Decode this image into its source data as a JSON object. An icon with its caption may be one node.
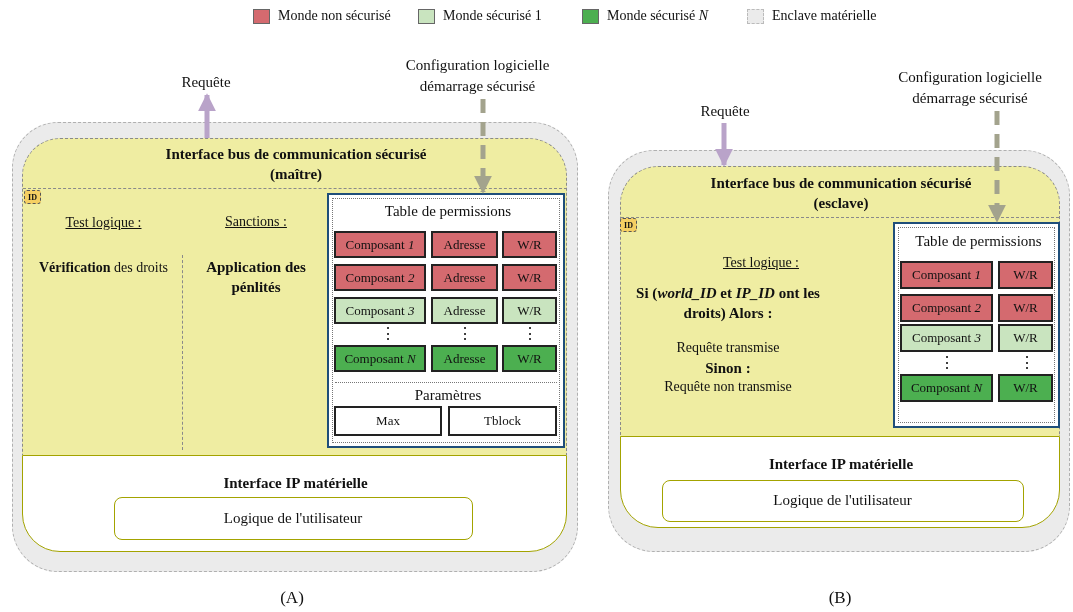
{
  "diagram": {
    "nodes": [
      {
        "text": [
          "Requête"
        ]
      },
      {
        "text": [
          "Configuration logicielle démarrage sécurisé"
        ]
      },
      {
        "text": [],
        "shape": "box"
      },
      {
        "text": [
          "Interface bus de communication sécurisé (maître)",
          "Test logique :",
          "**Vérification** des droits",
          "Sanctions :",
          "Application des pénlités"
        ],
        "in": 2
      },
      {
        "text": [
          "ID"
        ],
        "in": 3
      },
      {
        "text": [
          "Table de permissions",
          "Paramètres"
        ],
        "in": 3
      },
      {
        "text": [
          "Composant *1*"
        ],
        "in": 5
      },
      {
        "text": [
          "Adresse"
        ],
        "in": 5
      },
      {
        "text": [
          "W/R"
        ],
        "in": 5
      },
      {
        "text": [
          "Composant *2*"
        ],
        "in": 5
      },
      {
        "text": [
          "Adresse"
        ],
        "in": 5
      },
      {
        "text": [
          "W/R"
        ],
        "in": 5
      },
      {
        "text": [
          "Composant *3*"
        ],
        "in": 5
      },
      {
        "text": [
          "Adresse"
        ],
        "in": 5
      },
      {
        "text": [
          "W/R"
        ],
        "in": 5
      },
      {
        "text": [
          "Composant *N*"
        ],
        "in": 5
      },
      {
        "text": [
          "Adresse"
        ],
        "in": 5
      },
      {
        "text": [
          "W/R"
        ],
        "in": 5
      },
      {
        "text": [
          "Max"
        ],
        "in": 5
      },
      {
        "text": [
          "Tblock"
        ],
        "in": 5
      },
      {
        "text": [
          "Interface IP matérielle"
        ],
        "in": 2
      },
      {
        "text": [
          "Logique de l'utilisateur"
        ],
        "in": 20
      },
      {
        "text": [
          "Requête"
        ]
      },
      {
        "text": [
          "Configuration logicielle démarrage sécurisé"
        ]
      },
      {
        "text": [],
        "shape": "box"
      },
      {
        "text": [
          "Interface bus de communication sécurisé (esclave)",
          "Test logique :",
          "Si (*world_ID* et *IP_ID* ont les droits) Alors :",
          "Requête transmise",
          "Sinon :",
          "Requête non transmise"
        ],
        "in": 24
      },
      {
        "text": [
          "ID"
        ],
        "in": 25
      },
      {
        "text": [
          "Table de permissions"
        ],
        "in": 25
      },
      {
        "text": [
          "Composant *1*"
        ],
        "in": 27
      },
      {
        "text": [
          "W/R"
        ],
        "in": 27
      },
      {
        "text": [
          "Composant *2*"
        ],
        "in": 27
      },
      {
        "text": [
          "W/R"
        ],
        "in": 27
      },
      {
        "text": [
          "Composant *3*"
        ],
        "in": 27
      },
      {
        "text": [
          "W/R"
        ],
        "in": 27
      },
      {
        "text": [
          "Composant *N*"
        ],
        "in": 27
      },
      {
        "text": [
          "W/R"
        ],
        "in": 27
      },
      {
        "text": [
          "Interface IP matérielle"
        ],
        "in": 24
      },
      {
        "text": [
          "Logique de l'utilisateur"
        ],
        "in": 36
      }
    ],
    "edges": [
      {
        "from": 3,
        "to": 0,
        "arrow": "to",
        "color": "#b9a3c9"
      },
      {
        "from": 1,
        "to": 5,
        "arrow": "to",
        "style": "dashed",
        "color": "#a3a38d"
      },
      {
        "from": 22,
        "to": 25,
        "arrow": "to",
        "color": "#b9a3c9"
      },
      {
        "from": 23,
        "to": 27,
        "arrow": "to",
        "style": "dashed",
        "color": "#a3a38d"
      }
    ],
    "labels": [
      "⋮",
      "⋮",
      "⋮",
      "⋮",
      "⋮",
      "(A)",
      "(B)"
    ],
    "legend": [
      {
        "text": "Monde non sécurisé",
        "color": "#d46a6f"
      },
      {
        "text": "Monde sécurisé 1",
        "color": "#c9e4bf"
      },
      {
        "text": "Monde sécurisé *N*",
        "color": "#4caf50"
      },
      {
        "text": "Enclave matérielle",
        "color": "#ebebeb"
      }
    ]
  }
}
